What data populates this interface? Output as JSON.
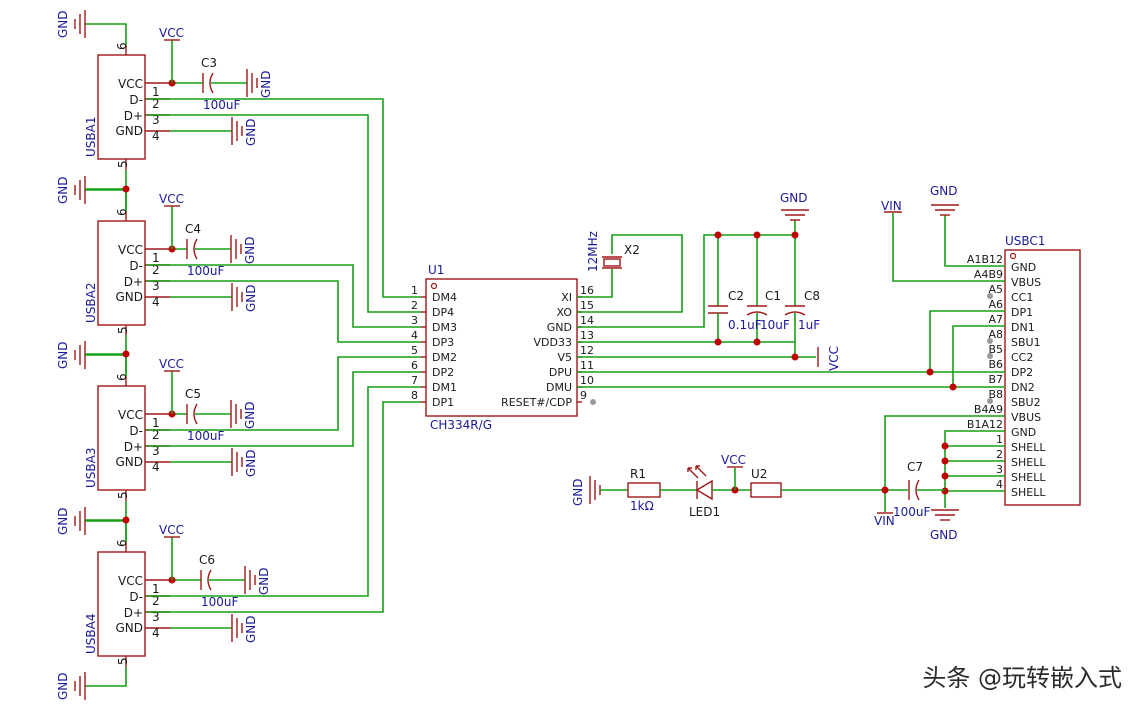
{
  "labels": {
    "gnd": "GND",
    "vcc": "VCC",
    "vin": "VIN",
    "pin_vcc": "VCC",
    "pin_dm": "D-",
    "pin_dp": "D+",
    "pin_gnd": "GND"
  },
  "usba": [
    {
      "ref": "USBA1",
      "cap_ref": "C3",
      "cap_val": "100uF"
    },
    {
      "ref": "USBA2",
      "cap_ref": "C4",
      "cap_val": "100uF"
    },
    {
      "ref": "USBA3",
      "cap_ref": "C5",
      "cap_val": "100uF"
    },
    {
      "ref": "USBA4",
      "cap_ref": "C6",
      "cap_val": "100uF"
    }
  ],
  "usba_pin_numbers": [
    "1",
    "2",
    "3",
    "4",
    "5",
    "6"
  ],
  "u1": {
    "ref": "U1",
    "part": "CH334R/G",
    "left_pins": [
      {
        "num": "1",
        "name": "DM4"
      },
      {
        "num": "2",
        "name": "DP4"
      },
      {
        "num": "3",
        "name": "DM3"
      },
      {
        "num": "4",
        "name": "DP3"
      },
      {
        "num": "5",
        "name": "DM2"
      },
      {
        "num": "6",
        "name": "DP2"
      },
      {
        "num": "7",
        "name": "DM1"
      },
      {
        "num": "8",
        "name": "DP1"
      }
    ],
    "right_pins": [
      {
        "num": "16",
        "name": "XI"
      },
      {
        "num": "15",
        "name": "XO"
      },
      {
        "num": "14",
        "name": "GND"
      },
      {
        "num": "13",
        "name": "VDD33"
      },
      {
        "num": "12",
        "name": "V5"
      },
      {
        "num": "11",
        "name": "DPU"
      },
      {
        "num": "10",
        "name": "DMU"
      },
      {
        "num": "9",
        "name": "RESET#/CDP"
      }
    ]
  },
  "x2": {
    "ref": "X2",
    "val": "12MHz"
  },
  "caps": [
    {
      "ref": "C2",
      "val": "0.1uF"
    },
    {
      "ref": "C1",
      "val": "10uF"
    },
    {
      "ref": "C8",
      "val": "1uF"
    },
    {
      "ref": "C7",
      "val": "100uF"
    }
  ],
  "r1": {
    "ref": "R1",
    "val": "1kΩ"
  },
  "led1": {
    "ref": "LED1"
  },
  "u2": {
    "ref": "U2"
  },
  "usbc": {
    "ref": "USBC1",
    "pins": [
      {
        "num": "A1B12",
        "name": "GND"
      },
      {
        "num": "A4B9",
        "name": "VBUS"
      },
      {
        "num": "A5",
        "name": "CC1"
      },
      {
        "num": "A6",
        "name": "DP1"
      },
      {
        "num": "A7",
        "name": "DN1"
      },
      {
        "num": "A8",
        "name": "SBU1"
      },
      {
        "num": "B5",
        "name": "CC2"
      },
      {
        "num": "B6",
        "name": "DP2"
      },
      {
        "num": "B7",
        "name": "DN2"
      },
      {
        "num": "B8",
        "name": "SBU2"
      },
      {
        "num": "B4A9",
        "name": "VBUS"
      },
      {
        "num": "B1A12",
        "name": "GND"
      },
      {
        "num": "1",
        "name": "SHELL"
      },
      {
        "num": "2",
        "name": "SHELL"
      },
      {
        "num": "3",
        "name": "SHELL"
      },
      {
        "num": "4",
        "name": "SHELL"
      }
    ]
  },
  "watermark": "头条 @玩转嵌入式"
}
